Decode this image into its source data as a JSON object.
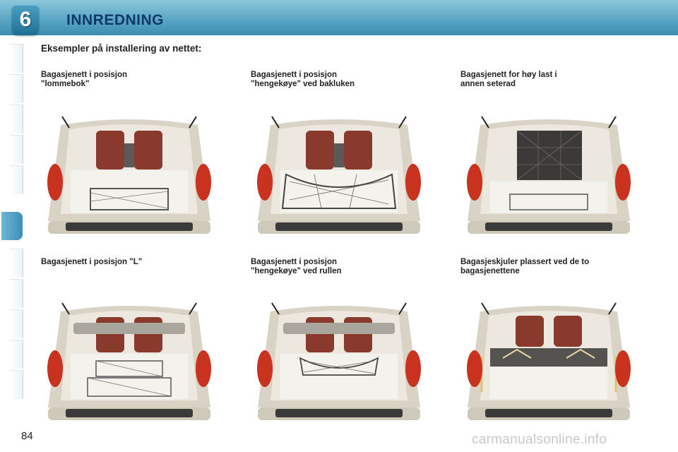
{
  "header": {
    "chapter_number": "6",
    "title": "INNREDNING"
  },
  "page_subtitle": "Eksempler på installering av nettet:",
  "captions": [
    "Bagasjenett i posisjon\n\"lommebok\"",
    "Bagasjenett i posisjon\n\"hengekøye\" ved bakluken",
    "Bagasjenett for høy last i\nannen seterad",
    "Bagasjenett i posisjon \"L\"",
    "Bagasjenett i posisjon\n\"hengekøye\" ved rullen",
    "Bagasjeskjuler plassert ved de to\nbagasjenettene"
  ],
  "page_number": "84",
  "watermark": "carmanualsonline.info",
  "colors": {
    "header_top": "#8cc7dc",
    "header_bottom": "#3d8db0",
    "title": "#0d3a6a",
    "seat": "#8a3a2c",
    "tail_light": "#c8321e"
  }
}
